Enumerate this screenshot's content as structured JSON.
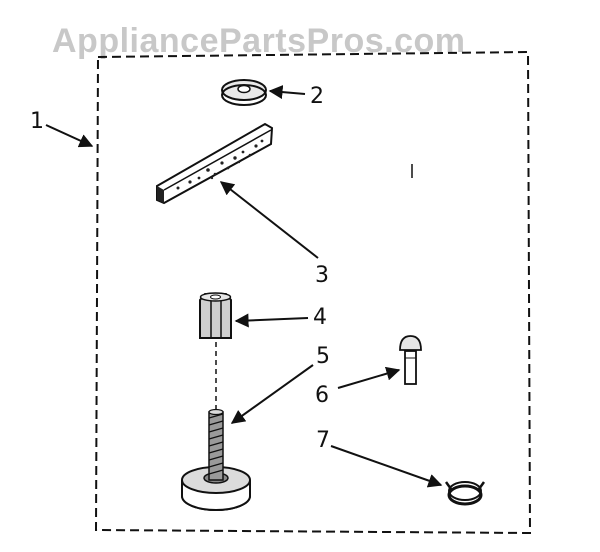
{
  "watermark": "AppliancePartsPros.com",
  "callouts": {
    "c1": "1",
    "c2": "2",
    "c3": "3",
    "c4": "4",
    "c5": "5",
    "c6": "6",
    "c7": "7"
  },
  "colors": {
    "ink": "#111111",
    "watermark": "#c8c8c8",
    "background": "#ffffff"
  }
}
